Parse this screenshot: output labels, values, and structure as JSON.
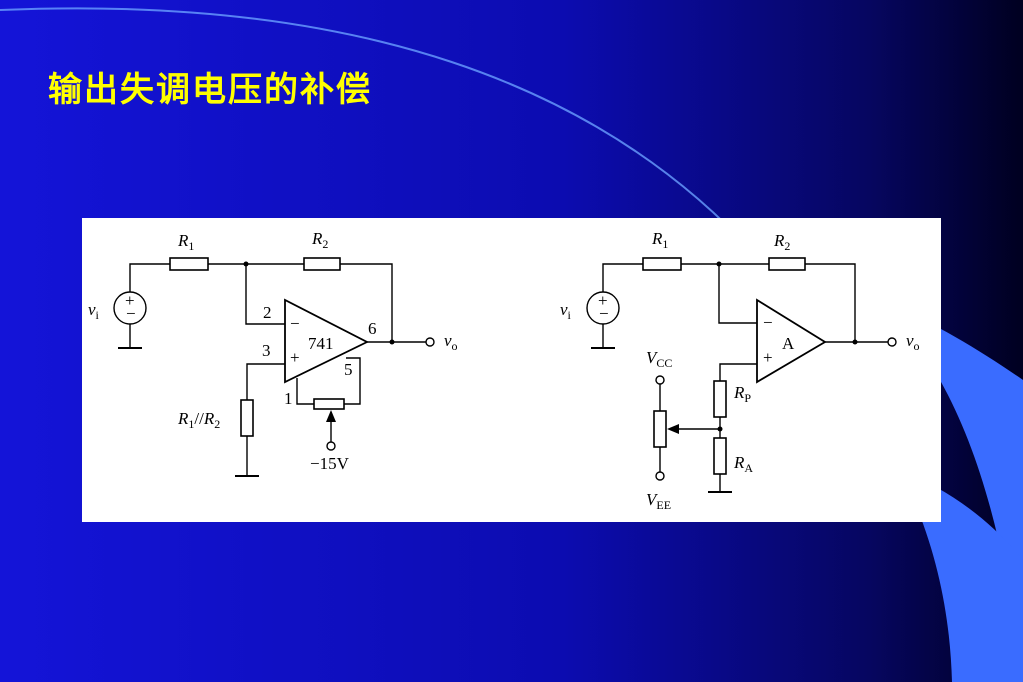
{
  "slide": {
    "title": "输出失调电压的补偿",
    "colors": {
      "background_start": "#1010d0",
      "background_end": "#000028",
      "title": "#ffff00",
      "figure_background": "#ffffff",
      "accent_shape": "#3366ff"
    }
  },
  "left_circuit": {
    "r1": "R",
    "r1_sub": "1",
    "r2": "R",
    "r2_sub": "2",
    "vi": "v",
    "vi_sub": "i",
    "vo": "v",
    "vo_sub": "o",
    "opamp": "741",
    "pin_inv": "2",
    "pin_noninv": "3",
    "pin_out": "6",
    "pin_5": "5",
    "pin_1": "1",
    "minus_sign": "−",
    "plus_sign": "+",
    "source_plus": "+",
    "source_minus": "−",
    "rbal_a": "R",
    "rbal_a_sub": "1",
    "rbal_sep": "//",
    "rbal_b": "R",
    "rbal_b_sub": "2",
    "supply": "−15V"
  },
  "right_circuit": {
    "r1": "R",
    "r1_sub": "1",
    "r2": "R",
    "r2_sub": "2",
    "vi": "v",
    "vi_sub": "i",
    "vo": "v",
    "vo_sub": "o",
    "opamp": "A",
    "minus_sign": "−",
    "plus_sign": "+",
    "source_plus": "+",
    "source_minus": "−",
    "rp": "R",
    "rp_sub": "P",
    "ra": "R",
    "ra_sub": "A",
    "vcc": "V",
    "vcc_sub": "CC",
    "vee": "V",
    "vee_sub": "EE"
  }
}
